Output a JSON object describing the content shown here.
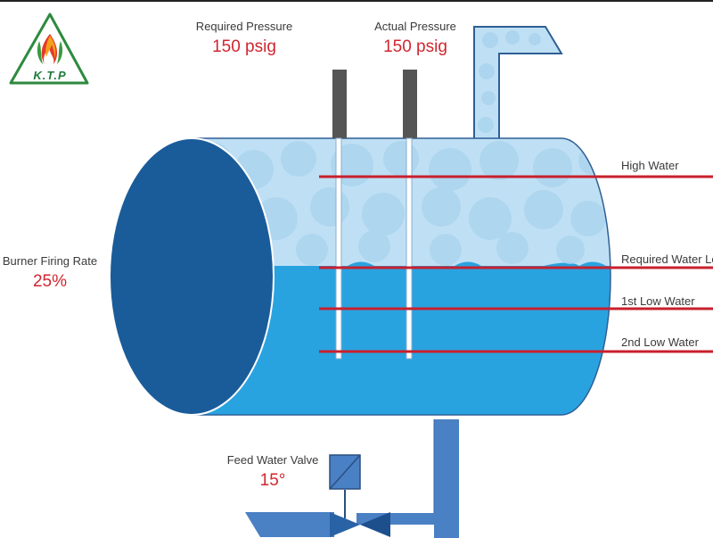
{
  "logo": {
    "text": "K.T.P"
  },
  "required_pressure": {
    "label": "Required Pressure",
    "value": "150 psig"
  },
  "actual_pressure": {
    "label": "Actual Pressure",
    "value": "150 psig"
  },
  "burner_firing_rate": {
    "label": "Burner Firing Rate",
    "value": "25%"
  },
  "feed_water_valve": {
    "label": "Feed Water Valve",
    "value": "15°"
  },
  "levels": {
    "high_water": "High Water",
    "required_water_level": "Required Water Level",
    "first_low_water": "1st Low Water",
    "second_low_water": "2nd Low Water"
  },
  "colors": {
    "water": "#29a3e0",
    "steam": "#bfe0f4",
    "tank_end": "#1a5c9a",
    "pipe": "#4a80c4",
    "level_line": "#c8202e",
    "probe_cap": "#555555"
  }
}
